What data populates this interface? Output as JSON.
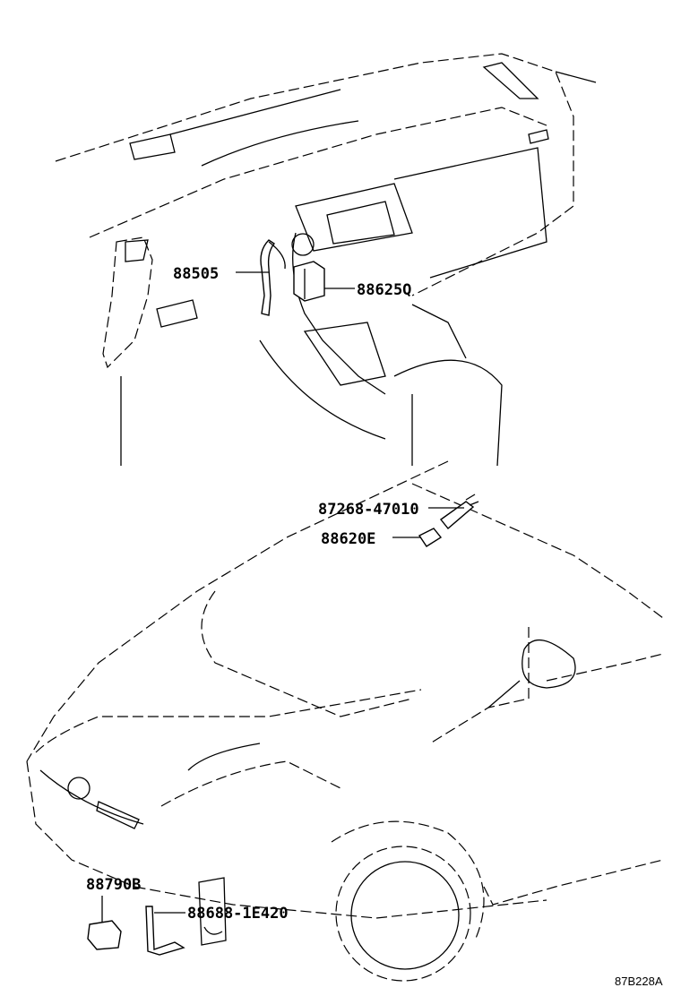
{
  "diagram": {
    "figure_code": "87B228A",
    "callouts": [
      {
        "part_number": "88505"
      },
      {
        "part_number": "88625Q"
      },
      {
        "part_number": "87268-47010"
      },
      {
        "part_number": "88620E"
      },
      {
        "part_number": "88790B"
      },
      {
        "part_number": "88688-1E420"
      }
    ]
  }
}
